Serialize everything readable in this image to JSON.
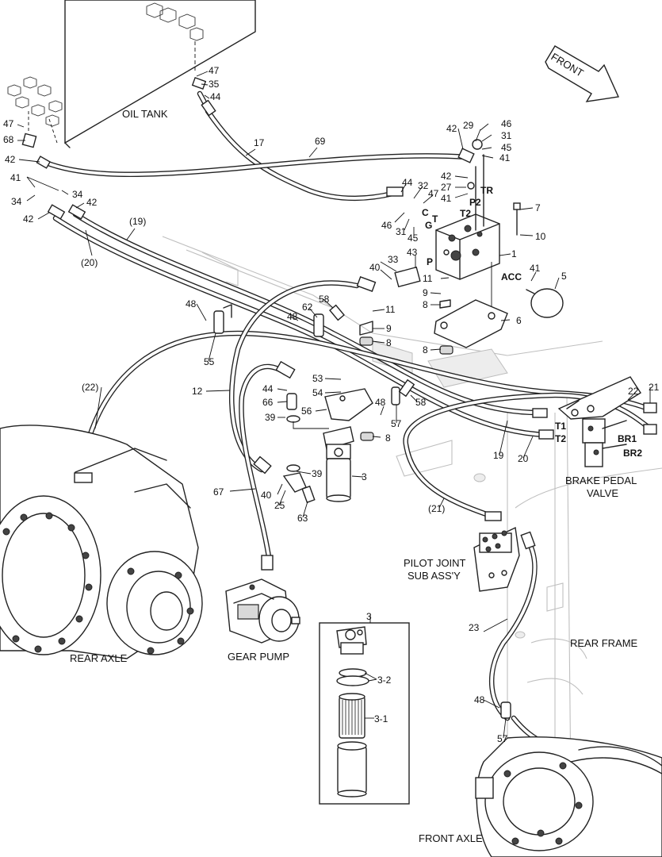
{
  "captions": {
    "oil_tank": "OIL TANK",
    "front": "FRONT",
    "brake_pedal_1": "BRAKE PEDAL",
    "brake_pedal_2": "VALVE",
    "pilot_joint_1": "PILOT JOINT",
    "pilot_joint_2": "SUB ASS'Y",
    "rear_frame": "REAR FRAME",
    "rear_axle": "REAR AXLE",
    "gear_pump": "GEAR PUMP",
    "front_axle": "FRONT AXLE"
  },
  "ports": {
    "tr": "TR",
    "p2a": "P2",
    "t2a": "T2",
    "t": "T",
    "g": "G",
    "c": "C",
    "p": "P",
    "acc": "ACC",
    "t1": "T1",
    "t2b": "T2",
    "br1": "BR1",
    "br2": "BR2"
  },
  "callouts": {
    "c47a": "47",
    "c35": "35",
    "c44a": "44",
    "c47b": "47",
    "c68": "68",
    "c42a": "42",
    "c41a": "41",
    "c34a": "34",
    "c34b": "34",
    "c42b": "42",
    "c42c": "42",
    "c17": "17",
    "c69": "69",
    "c19a": "(19)",
    "c20a": "(20)",
    "c42d": "42",
    "c29": "29",
    "c46a": "46",
    "c31a": "31",
    "c45a": "45",
    "c41b": "41",
    "c42e": "42",
    "c27": "27",
    "c41c": "41",
    "c44b": "44",
    "c32": "32",
    "c47c": "47",
    "c46b": "46",
    "c31b": "31",
    "c45b": "45",
    "c7": "7",
    "c10": "10",
    "c1": "1",
    "c43": "43",
    "c33": "33",
    "c40a": "40",
    "c11a": "11",
    "c41d": "41",
    "c5": "5",
    "c9a": "9",
    "c8a": "8",
    "c11b": "11",
    "c9b": "9",
    "c8b": "8",
    "c6": "6",
    "c8c": "8",
    "c48a": "48",
    "c62": "62",
    "c58a": "58",
    "c48b": "48",
    "c55": "55",
    "c12": "12",
    "c22a": "(22)",
    "c53": "53",
    "c54": "54",
    "c44c": "44",
    "c66": "66",
    "c56": "56",
    "c39a": "39",
    "c48c": "48",
    "c57a": "57",
    "c58b": "58",
    "c8d": "8",
    "c22b": "22",
    "c21": "21",
    "c19b": "19",
    "c20b": "20",
    "c39b": "39",
    "c3a": "3",
    "c40b": "40",
    "c25": "25",
    "c63": "63",
    "c67": "67",
    "c21b": "(21)",
    "c23": "23",
    "c48d": "48",
    "c57b": "57",
    "c3b": "3",
    "c32b": "3-2",
    "c31c": "3-1"
  }
}
